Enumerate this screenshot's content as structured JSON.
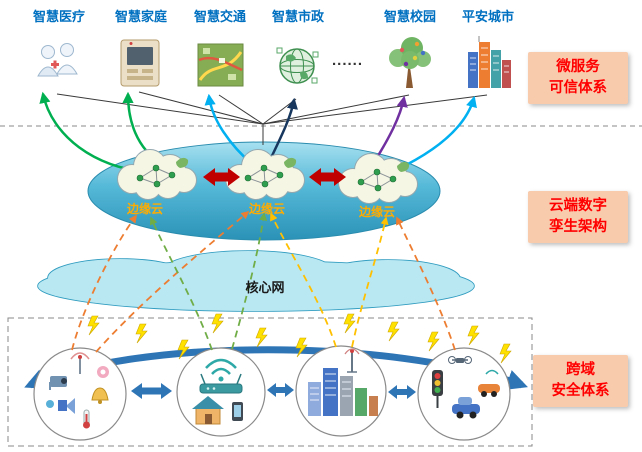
{
  "diagram": {
    "apps": [
      {
        "label": "智慧医疗",
        "icon": "medical-icon"
      },
      {
        "label": "智慧家庭",
        "icon": "home-panel-icon"
      },
      {
        "label": "智慧交通",
        "icon": "traffic-map-icon"
      },
      {
        "label": "智慧市政",
        "icon": "globe-icon"
      },
      {
        "label": "智慧校园",
        "icon": "campus-tree-icon"
      },
      {
        "label": "平安城市",
        "icon": "city-buildings-icon"
      }
    ],
    "ellipsis": "......",
    "side_annotations": [
      {
        "label": "微服务\n可信体系"
      },
      {
        "label": "云端数字\n孪生架构"
      },
      {
        "label": "跨域\n安全体系"
      }
    ],
    "edge_clouds": [
      {
        "label": "边缘云"
      },
      {
        "label": "边缘云"
      },
      {
        "label": "边缘云"
      }
    ],
    "core_network": {
      "label": "核心网"
    },
    "bottom_domains": [
      {
        "icon": "sensor-devices-icon"
      },
      {
        "icon": "smart-home-devices-icon"
      },
      {
        "icon": "city-iot-icon"
      },
      {
        "icon": "transport-iot-icon"
      }
    ],
    "colors": {
      "app_label": "#0070c0",
      "annotation_text": "#ff0000",
      "annotation_bg": "#f8cbad",
      "edge_cloud_label": "#ffac00",
      "red_arrow": "#c00000",
      "blue_arrow": "#2e75b6",
      "lightning": "#ffe100",
      "link_orange": "#ed7d31",
      "link_green": "#70ad47",
      "link_yellow": "#ffc000",
      "app_arrow_green": "#00b050",
      "app_arrow_cyan": "#00b0f0",
      "app_arrow_navy": "#17375e",
      "app_arrow_purple": "#7030a0"
    }
  }
}
